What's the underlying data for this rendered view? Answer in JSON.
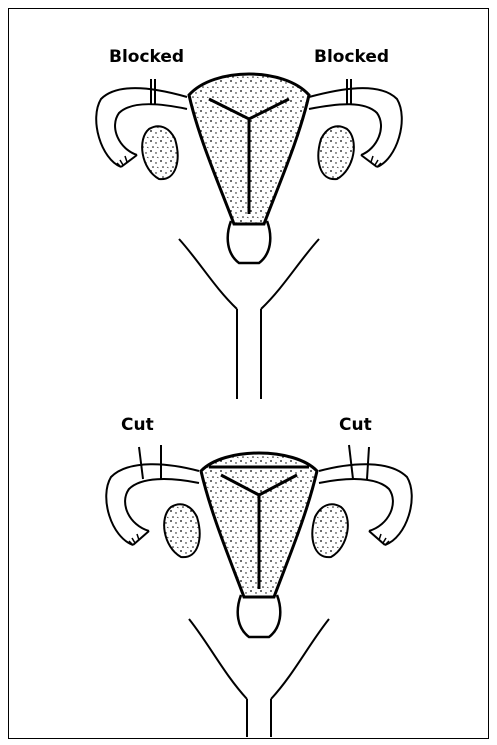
{
  "figure_top": {
    "label_left": "Blocked",
    "label_right": "Blocked"
  },
  "figure_bottom": {
    "label_left": "Cut",
    "label_right": "Cut"
  },
  "colors": {
    "ink": "#000000",
    "paper": "#ffffff"
  }
}
